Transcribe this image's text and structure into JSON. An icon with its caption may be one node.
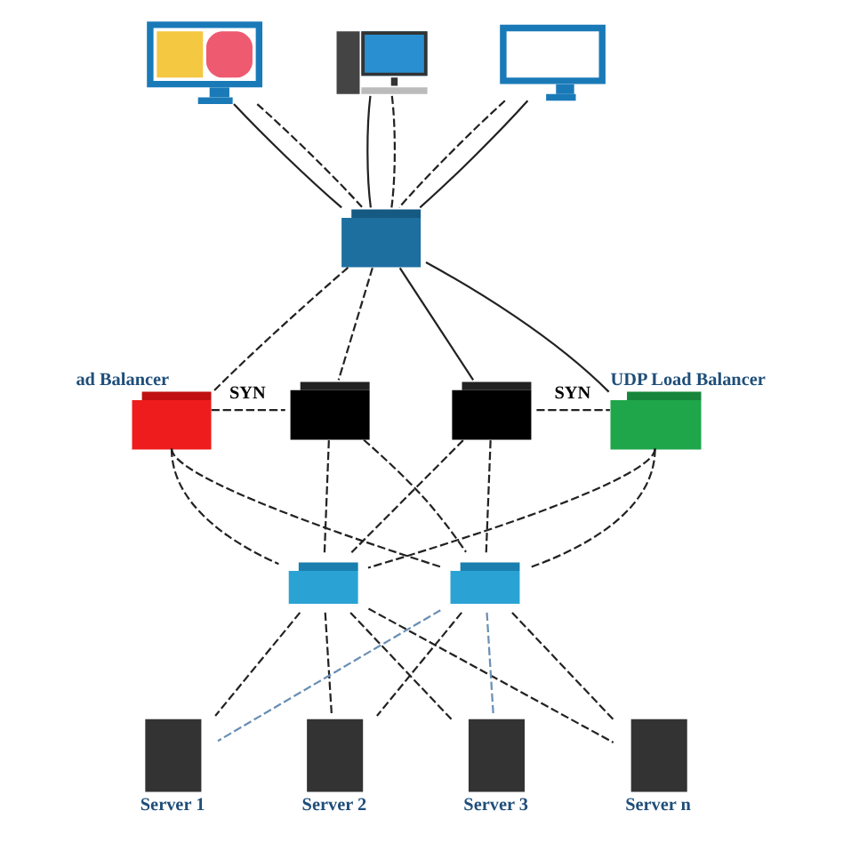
{
  "diagram": {
    "nodes": [
      {
        "text": [],
        "shape": "monitor"
      },
      {
        "text": [],
        "shape": "computer"
      },
      {
        "text": [],
        "shape": "monitor"
      },
      {
        "text": [],
        "shape": "box"
      },
      {
        "text": [],
        "shape": "box",
        "beside": [
          "ad Balancer"
        ]
      },
      {
        "text": [],
        "shape": "box"
      },
      {
        "text": [],
        "shape": "box"
      },
      {
        "text": [],
        "shape": "box",
        "beside": [
          "UDP Load Balancer"
        ]
      },
      {
        "text": [],
        "shape": "box"
      },
      {
        "text": [],
        "shape": "box"
      },
      {
        "text": [
          "Server 1"
        ]
      },
      {
        "text": [
          "Server 2"
        ]
      },
      {
        "text": [
          "Server 3"
        ]
      },
      {
        "text": [
          "Server n"
        ]
      }
    ],
    "edges": [
      {
        "from": 0,
        "to": 3,
        "arrow": "none"
      },
      {
        "from": 0,
        "to": 3,
        "arrow": "none",
        "style": "dashed"
      },
      {
        "from": 1,
        "to": 3,
        "arrow": "none"
      },
      {
        "from": 1,
        "to": 3,
        "arrow": "none",
        "style": "dashed"
      },
      {
        "from": 2,
        "to": 3,
        "arrow": "none",
        "style": "dashed"
      },
      {
        "from": 2,
        "to": 3,
        "arrow": "none"
      },
      {
        "from": 3,
        "to": 4,
        "arrow": "none",
        "style": "dashed"
      },
      {
        "from": 3,
        "to": 5,
        "arrow": "none",
        "style": "dashed"
      },
      {
        "from": 3,
        "to": 6,
        "arrow": "none"
      },
      {
        "from": 3,
        "to": 7,
        "arrow": "none"
      },
      {
        "from": 4,
        "to": 5,
        "arrow": "none",
        "style": "dashed",
        "label": "SYN"
      },
      {
        "from": 6,
        "to": 7,
        "arrow": "none",
        "style": "dashed",
        "label": "SYN"
      },
      {
        "from": 4,
        "to": 8,
        "arrow": "none",
        "style": "dashed"
      },
      {
        "from": 4,
        "to": 9,
        "arrow": "none",
        "style": "dashed"
      },
      {
        "from": 5,
        "to": 8,
        "arrow": "none",
        "style": "dashed"
      },
      {
        "from": 5,
        "to": 9,
        "arrow": "none",
        "style": "dashed"
      },
      {
        "from": 6,
        "to": 8,
        "arrow": "none",
        "style": "dashed"
      },
      {
        "from": 6,
        "to": 9,
        "arrow": "none",
        "style": "dashed"
      },
      {
        "from": 7,
        "to": 8,
        "arrow": "none",
        "style": "dashed"
      },
      {
        "from": 7,
        "to": 9,
        "arrow": "none",
        "style": "dashed"
      },
      {
        "from": 8,
        "to": 10,
        "arrow": "none",
        "style": "dashed"
      },
      {
        "from": 8,
        "to": 11,
        "arrow": "none",
        "style": "dashed"
      },
      {
        "from": 8,
        "to": 12,
        "arrow": "none",
        "style": "dashed"
      },
      {
        "from": 8,
        "to": 13,
        "arrow": "none",
        "style": "dashed"
      },
      {
        "from": 9,
        "to": 10,
        "arrow": "none",
        "style": "dashed",
        "color": "#6a8fb5"
      },
      {
        "from": 9,
        "to": 11,
        "arrow": "none",
        "style": "dashed"
      },
      {
        "from": 9,
        "to": 12,
        "arrow": "none",
        "style": "dashed",
        "color": "#6a8fb5"
      },
      {
        "from": 9,
        "to": 13,
        "arrow": "none",
        "style": "dashed"
      }
    ]
  }
}
